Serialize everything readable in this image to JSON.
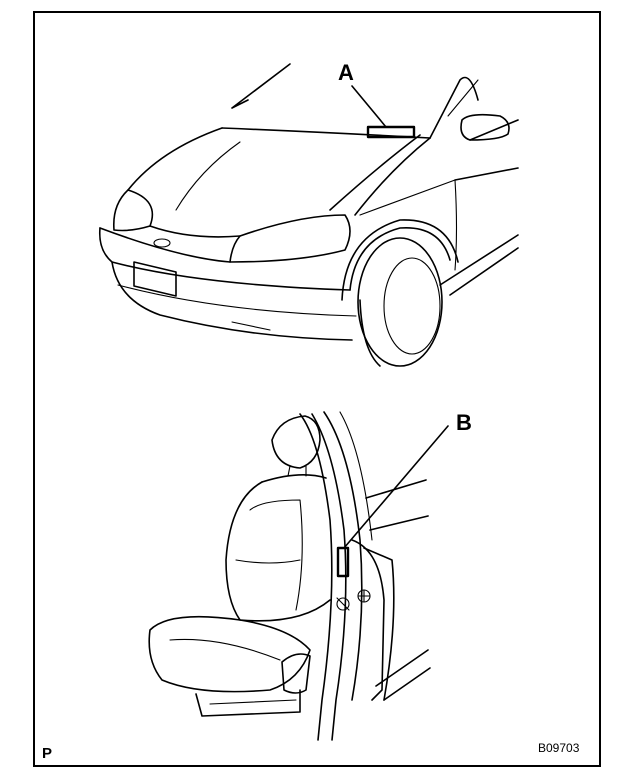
{
  "labels": {
    "a": "A",
    "b": "B"
  },
  "footer": {
    "left_mark": "P",
    "figure_code": "B09703"
  }
}
